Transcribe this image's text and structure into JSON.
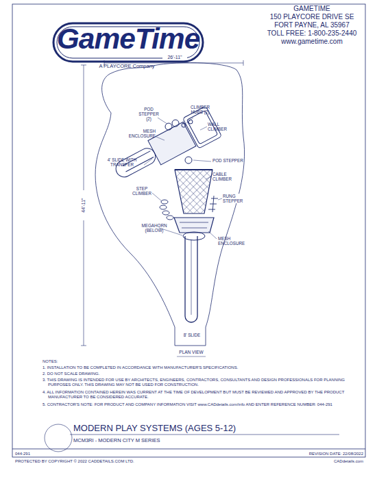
{
  "diagram": {
    "title": "MODERN PLAY SYSTEMS (AGES 5-12)",
    "labels": [
      "GameTime",
      "A PLAYCORE Company",
      "GAMETIME",
      "150 PLAYCORE DRIVE SE",
      "FORT PAYNE, AL 35967",
      "TOLL FREE: 1-800-235-2440",
      "www.gametime.com",
      "26'-11\"",
      "44'-11\"",
      "POD STEPPER (2)",
      "CLIMBER HUBS (2)",
      "WALL CLIMBER",
      "MESH ENCLOSURE",
      "4' SLIDE WITH TRANSFER",
      "POD STEPPER",
      "CABLE CLIMBER",
      "STEP CLIMBER",
      "RUNG STEPPER",
      "MEGAHORN (BELOW)",
      "MESH ENCLOSURE",
      "8' SLIDE",
      "PLAN VIEW",
      "NOTES:",
      "1. INSTALLATION TO BE COMPLETED IN ACCORDANCE WITH MANUFACTURER'S SPECIFICATIONS.",
      "2. DO NOT SCALE DRAWING.",
      "3. THIS DRAWING IS INTENDED FOR USE BY ARCHITECTS, ENGINEERS, CONTRACTORS, CONSULTANTS AND DESIGN PROFESSIONALS FOR PLANNING PURPOSES ONLY. THIS DRAWING MAY NOT BE USED FOR CONSTRUCTION.",
      "4. ALL INFORMATION CONTAINED HEREIN WAS CURRENT AT THE TIME OF DEVELOPMENT BUT MUST BE REVIEWED AND APPROVED BY THE PRODUCT MANUFACTURER TO BE CONSIDERED ACCURATE.",
      "5. CONTRACTOR'S NOTE: FOR PRODUCT AND COMPANY INFORMATION VISIT www.CADdetails.com/info AND ENTER REFERENCE NUMBER: 044-291",
      "MCM3RI - MODERN CITY M SERIES",
      "044-291",
      "REVISION DATE: 22/08/2022",
      "PROTECTED BY COPYRIGHT © 2022 CADDETAILS.COM LTD.",
      "CADdetails.com"
    ]
  }
}
